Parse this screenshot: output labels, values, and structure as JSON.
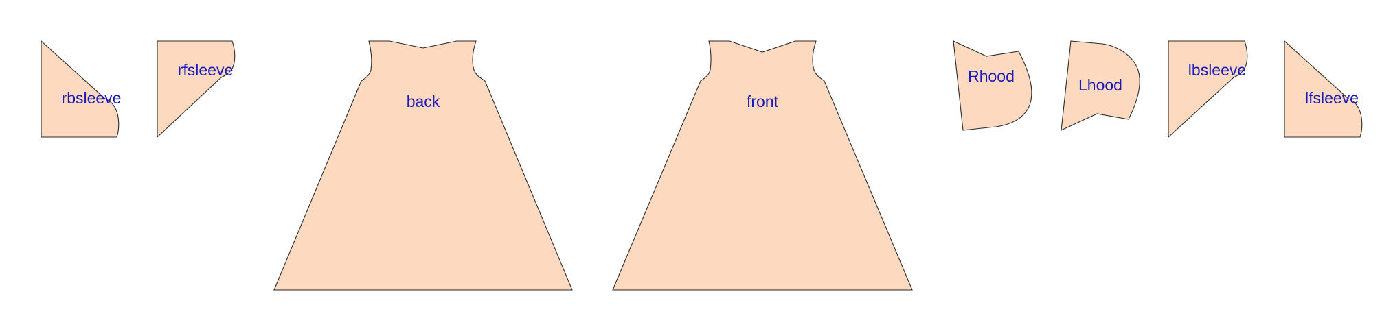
{
  "colors": {
    "piece_fill": "#fdd9c0",
    "piece_stroke": "#2a2a2a",
    "label_color": "#1a1ab8",
    "background": "#ffffff"
  },
  "pieces": {
    "rbsleeve": "rbsleeve",
    "rfsleeve": "rfsleeve",
    "back": "back",
    "front": "front",
    "rhood": "Rhood",
    "lhood": "Lhood",
    "lbsleeve": "lbsleeve",
    "lfsleeve": "lfsleeve"
  }
}
